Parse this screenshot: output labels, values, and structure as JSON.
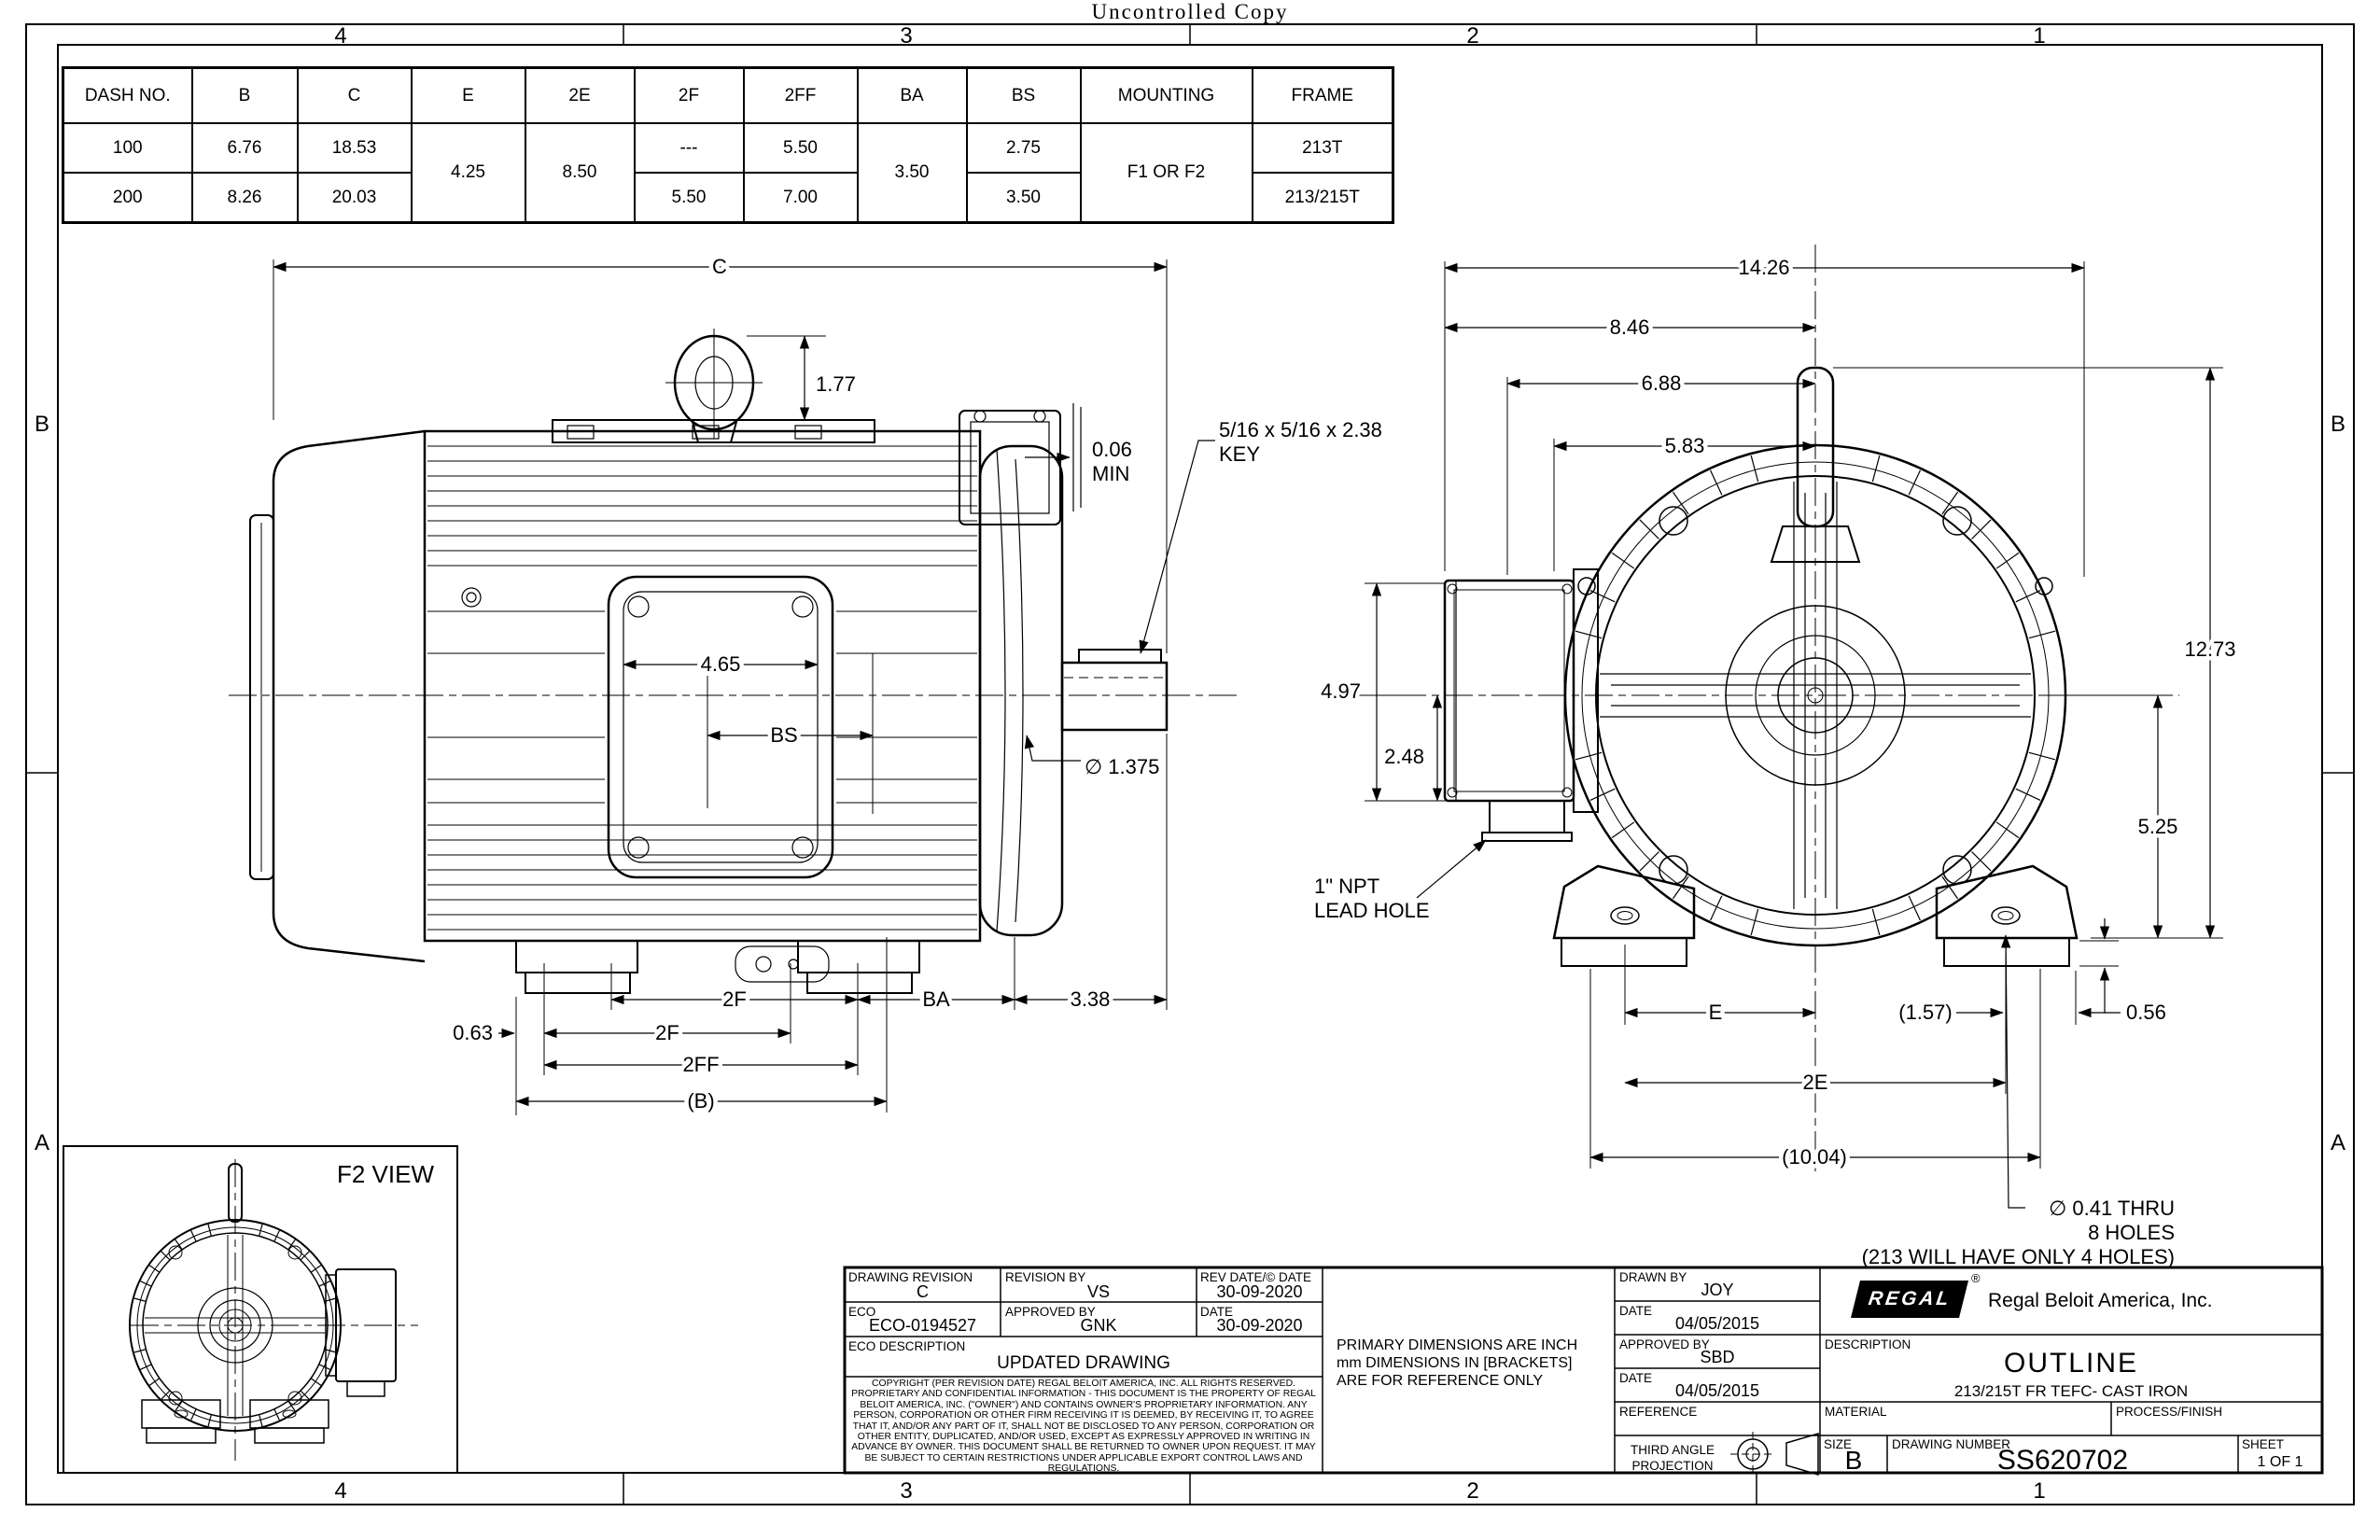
{
  "watermark": "Uncontrolled Copy",
  "zones": {
    "top": [
      "4",
      "3",
      "2",
      "1"
    ],
    "bottom": [
      "4",
      "3",
      "2",
      "1"
    ],
    "left": [
      "B",
      "A"
    ],
    "right": [
      "B",
      "A"
    ]
  },
  "dim_table": {
    "headers": [
      "DASH NO.",
      "B",
      "C",
      "E",
      "2E",
      "2F",
      "2FF",
      "BA",
      "BS",
      "MOUNTING",
      "FRAME"
    ],
    "merged": {
      "e": "4.25",
      "e2": "8.50",
      "ba": "3.50",
      "mounting": "F1 OR F2"
    },
    "rows": [
      {
        "dash": "100",
        "b": "6.76",
        "c": "18.53",
        "f2": "---",
        "ff2": "5.50",
        "bs": "2.75",
        "frame": "213T"
      },
      {
        "dash": "200",
        "b": "8.26",
        "c": "20.03",
        "f2": "5.50",
        "ff2": "7.00",
        "bs": "3.50",
        "frame": "213/215T"
      }
    ]
  },
  "side_view": {
    "c": "C",
    "eye_height": "1.77",
    "gap": "0.06",
    "gap_min": "MIN",
    "key_note_1": "5/16 x 5/16 x 2.38",
    "key_note_2": "KEY",
    "face_width": "4.65",
    "bs": "BS",
    "shaft_dia": "∅ 1.375",
    "f2_top": "2F",
    "ba": "BA",
    "shaft_len": "3.38",
    "foot_offset": "0.63",
    "f2_bot": "2F",
    "ff2": "2FF",
    "b_ref": "(B)"
  },
  "end_view": {
    "total_width": "14.26",
    "width_846": "8.46",
    "width_688": "6.88",
    "width_583": "5.83",
    "total_height": "12.73",
    "height_525": "5.25",
    "pad_height": "0.56",
    "box_height": "4.97",
    "box_center": "2.48",
    "npt_1": "1\" NPT",
    "npt_2": "LEAD HOLE",
    "e": "E",
    "ref_157": "(1.57)",
    "e2": "2E",
    "ref_1004": "(10.04)",
    "holes_1": "∅ 0.41 THRU",
    "holes_2": "8 HOLES",
    "holes_3": "(213 WILL HAVE ONLY 4 HOLES)"
  },
  "f2_view": {
    "label": "F2 VIEW"
  },
  "title_block": {
    "drawing_revision": {
      "label": "DRAWING REVISION",
      "value": "C"
    },
    "revision_by": {
      "label": "REVISION BY",
      "value": "VS"
    },
    "rev_date": {
      "label": "REV DATE/© DATE",
      "value": "30-09-2020"
    },
    "eco": {
      "label": "ECO",
      "value": "ECO-0194527"
    },
    "approved_by": {
      "label": "APPROVED BY",
      "value": "GNK"
    },
    "date": {
      "label": "DATE",
      "value": "30-09-2020"
    },
    "eco_description": {
      "label": "ECO DESCRIPTION",
      "value": "UPDATED DRAWING"
    },
    "copyright": "COPYRIGHT (PER REVISION DATE) REGAL BELOIT AMERICA, INC. ALL RIGHTS RESERVED. PROPRIETARY AND CONFIDENTIAL INFORMATION - THIS DOCUMENT IS THE PROPERTY OF REGAL BELOIT AMERICA, INC. (\"OWNER\") AND CONTAINS OWNER'S PROPRIETARY INFORMATION. ANY PERSON, CORPORATION OR OTHER FIRM RECEIVING IT IS DEEMED, BY RECEIVING IT, TO AGREE THAT IT, AND/OR ANY PART OF IT, SHALL NOT BE DISCLOSED TO ANY PERSON, CORPORATION OR OTHER ENTITY, DUPLICATED, AND/OR USED, EXCEPT AS EXPRESSLY APPROVED IN WRITING IN ADVANCE BY OWNER. THIS DOCUMENT SHALL BE RETURNED TO OWNER UPON REQUEST. IT MAY BE SUBJECT TO CERTAIN RESTRICTIONS UNDER APPLICABLE EXPORT CONTROL LAWS AND REGULATIONS.",
    "units_note_1": "PRIMARY DIMENSIONS ARE INCH",
    "units_note_2": "mm DIMENSIONS IN  [BRACKETS]",
    "units_note_3": "ARE FOR REFERENCE ONLY",
    "drawn_by": {
      "label": "DRAWN BY",
      "value": "JOY"
    },
    "drawn_date": {
      "label": "DATE",
      "value": "04/05/2015"
    },
    "approved_by2": {
      "label": "APPROVED BY",
      "value": "SBD"
    },
    "approved_date": {
      "label": "DATE",
      "value": "04/05/2015"
    },
    "reference": {
      "label": "REFERENCE"
    },
    "projection": {
      "line1": "THIRD ANGLE",
      "line2": "PROJECTION"
    },
    "company": {
      "logo": "REGAL",
      "reg": "®",
      "name": "Regal Beloit America, Inc."
    },
    "description": {
      "label": "DESCRIPTION",
      "title": "OUTLINE",
      "subtitle": "213/215T FR TEFC- CAST IRON"
    },
    "material": {
      "label": "MATERIAL"
    },
    "process": {
      "label": "PROCESS/FINISH"
    },
    "size": {
      "label": "SIZE",
      "value": "B"
    },
    "drawing_number": {
      "label": "DRAWING NUMBER",
      "value": "SS620702"
    },
    "sheet": {
      "label": "SHEET",
      "value": "1 OF 1"
    }
  }
}
